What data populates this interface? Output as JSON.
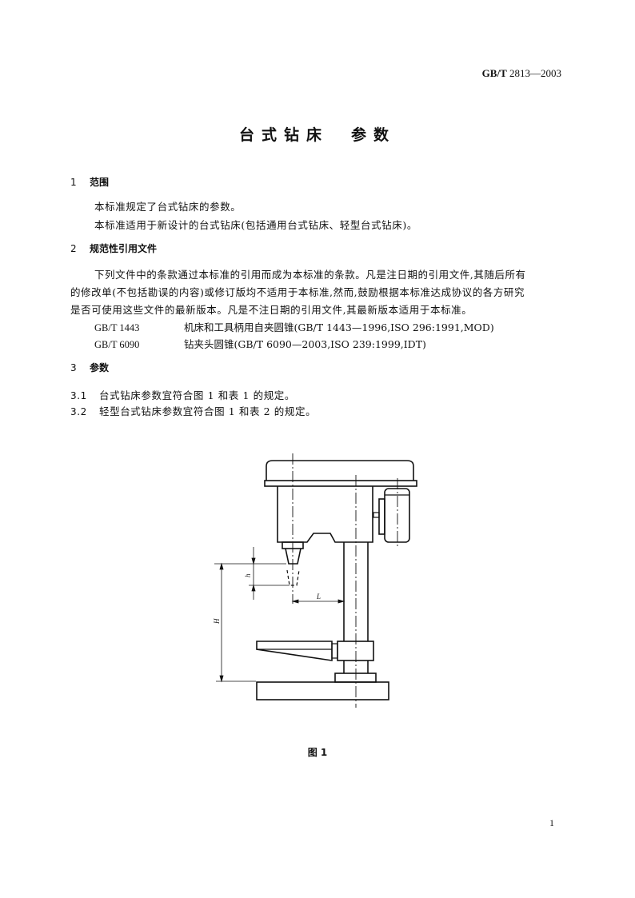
{
  "header": {
    "standard_prefix": "GB/T",
    "standard_number": "2813—2003"
  },
  "title": {
    "part1": "台式钻床",
    "part2": "参数"
  },
  "sections": [
    {
      "number": "1",
      "heading": "范围",
      "paragraphs": [
        "本标准规定了台式钻床的参数。",
        "本标准适用于新设计的台式钻床(包括通用台式钻床、轻型台式钻床)。"
      ]
    },
    {
      "number": "2",
      "heading": "规范性引用文件",
      "paragraph_lines": [
        "下列文件中的条款通过本标准的引用而成为本标准的条款。凡是注日期的引用文件,其随后所有",
        "的修改单(不包括勘误的内容)或修订版均不适用于本标准,然而,鼓励根据本标准达成协议的各方研究",
        "是否可使用这些文件的最新版本。凡是不注日期的引用文件,其最新版本适用于本标准。"
      ],
      "references": [
        {
          "code": "GB/T 1443",
          "text": "机床和工具柄用自夹圆锥(GB/T 1443—1996,ISO 296:1991,MOD)"
        },
        {
          "code": "GB/T 6090",
          "text": "钻夹头圆锥(GB/T 6090—2003,ISO 239:1999,IDT)"
        }
      ]
    },
    {
      "number": "3",
      "heading": "参数",
      "clauses": [
        {
          "number": "3.1",
          "text": "台式钻床参数宜符合图 1 和表 1 的规定。"
        },
        {
          "number": "3.2",
          "text": "轻型台式钻床参数宜符合图 1 和表 2 的规定。"
        }
      ]
    }
  ],
  "figure": {
    "caption": "图 1",
    "dimension_labels": {
      "spindle_travel": "h",
      "throat_distance": "L",
      "max_height": "H"
    }
  },
  "footer": {
    "page_number": "1"
  }
}
